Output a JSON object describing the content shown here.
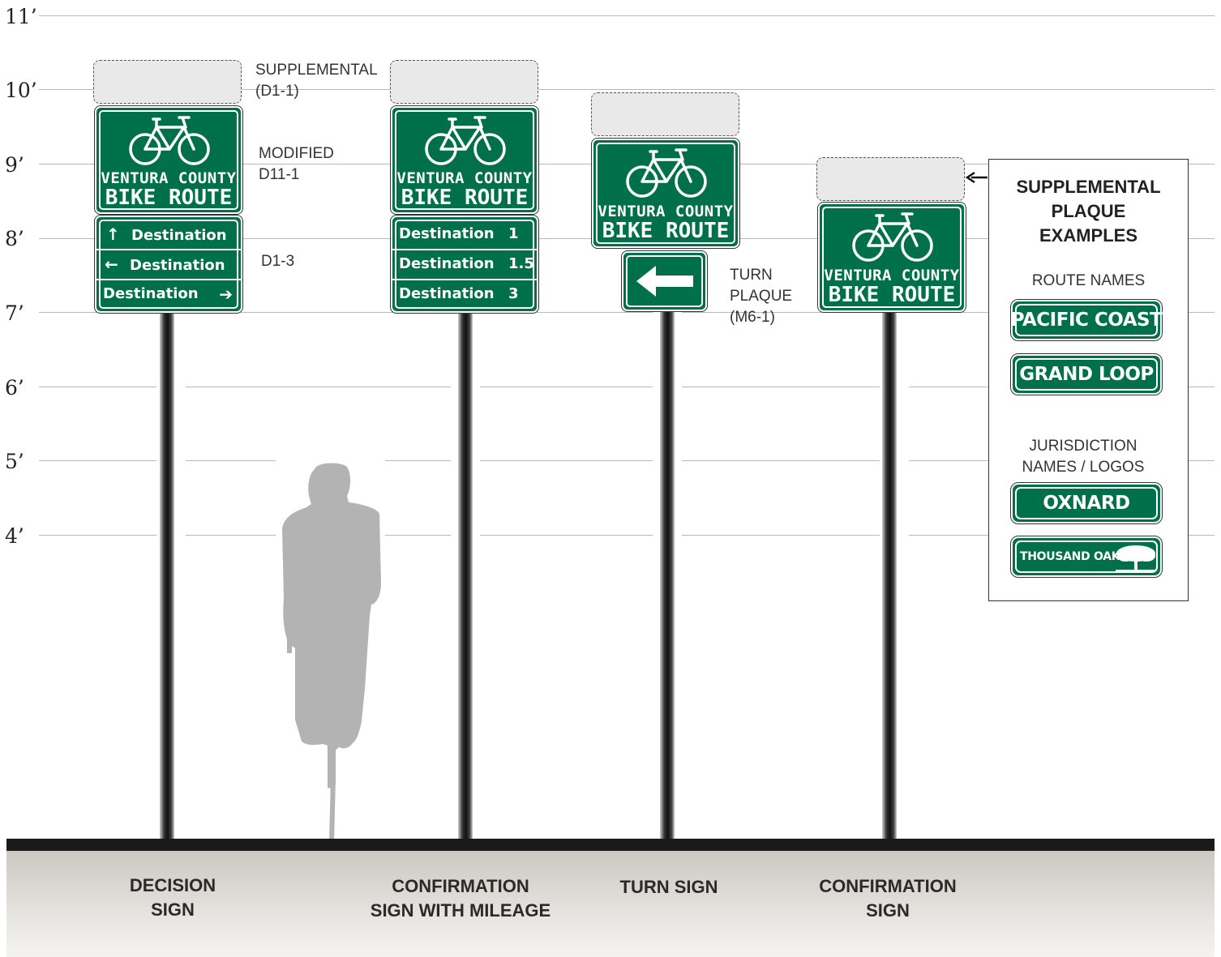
{
  "height_axis": {
    "unit": "ft",
    "ticks": [
      {
        "value": 11,
        "label": "11’"
      },
      {
        "value": 10,
        "label": "10’"
      },
      {
        "value": 9,
        "label": "9’"
      },
      {
        "value": 8,
        "label": "8’"
      },
      {
        "value": 7,
        "label": "7’"
      },
      {
        "value": 6,
        "label": "6’"
      },
      {
        "value": 5,
        "label": "5’"
      },
      {
        "value": 4,
        "label": "4’"
      }
    ]
  },
  "annotations": {
    "supplemental": [
      "SUPPLEMENTAL",
      "(D1-1)"
    ],
    "modified": [
      "MODIFIED",
      "D11-1"
    ],
    "d13": "D1-3",
    "turn_plaque": [
      "TURN",
      "PLAQUE",
      "(M6-1)"
    ]
  },
  "route_sign": {
    "line1": "VENTURA COUNTY",
    "line2": "BIKE ROUTE"
  },
  "decision_sign": {
    "rows": [
      {
        "arrow": "↑",
        "text": "Destination"
      },
      {
        "arrow": "←",
        "text": "Destination"
      },
      {
        "text": "Destination",
        "arrow_right": "➔"
      }
    ]
  },
  "mileage_sign": {
    "rows": [
      {
        "text": "Destination",
        "miles": "1"
      },
      {
        "text": "Destination",
        "miles": "1.5"
      },
      {
        "text": "Destination",
        "miles": "3"
      }
    ]
  },
  "ground_labels": {
    "decision": [
      "DECISION",
      "SIGN"
    ],
    "confirmation_mileage": [
      "CONFIRMATION",
      "SIGN WITH MILEAGE"
    ],
    "turn": [
      "TURN SIGN"
    ],
    "confirmation": [
      "CONFIRMATION",
      "SIGN"
    ]
  },
  "legend": {
    "title": [
      "SUPPLEMENTAL",
      "PLAQUE",
      "EXAMPLES"
    ],
    "route_names_heading": "ROUTE NAMES",
    "route_names": [
      "PACIFIC COAST",
      "GRAND LOOP"
    ],
    "jurisdiction_heading": [
      "JURISDICTION",
      "NAMES / LOGOS"
    ],
    "jurisdictions": [
      "OXNARD",
      "THOUSAND OAKS"
    ]
  },
  "colors": {
    "sign_green": "#00704a",
    "silhouette": "#b3b3b3",
    "ground": "#d9d6d1"
  },
  "icons": [
    "bicycle-icon",
    "arrow-left-icon",
    "oak-tree-icon",
    "arrow-pointer-icon"
  ]
}
